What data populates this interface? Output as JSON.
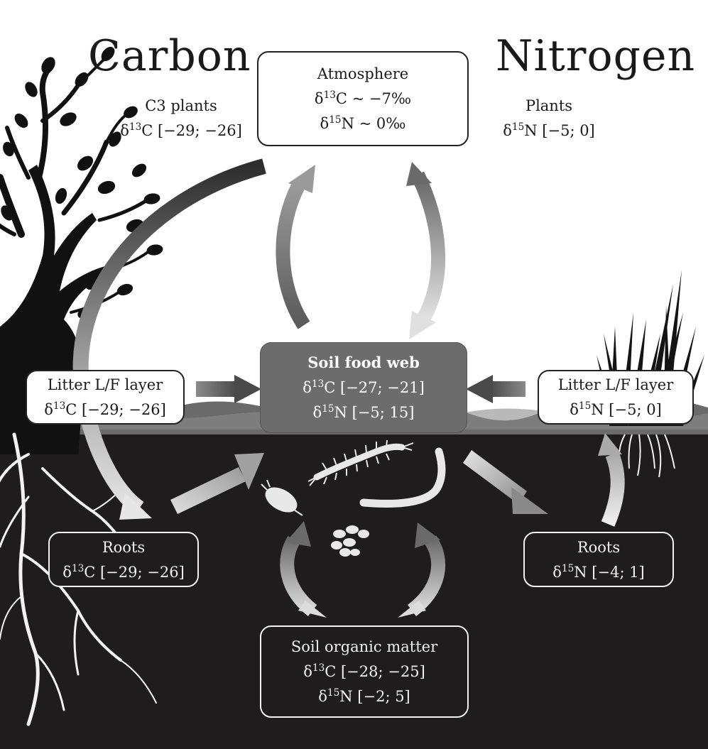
{
  "titles": {
    "carbon": "Carbon",
    "nitrogen": "Nitrogen"
  },
  "atmosphere": {
    "name": "Atmosphere",
    "carbon": "δ13C ~ −7‰",
    "nitrogen": "δ15N ~ 0‰"
  },
  "c3_plants": {
    "name": "C3 plants",
    "carbon": "δ13C [−29; −26]"
  },
  "plants": {
    "name": "Plants",
    "nitrogen": "δ15N [−5; 0]"
  },
  "litter_carbon": {
    "name": "Litter L/F layer",
    "carbon": "δ13C [−29; −26]"
  },
  "litter_nitrogen": {
    "name": "Litter L/F layer",
    "nitrogen": "δ15N [−5; 0]"
  },
  "soil_food_web": {
    "name": "Soil food web",
    "carbon": "δ13C [−27; −21]",
    "nitrogen": "δ15N [−5; 15]"
  },
  "roots_carbon": {
    "name": "Roots",
    "carbon": "δ13C [−29; −26]"
  },
  "roots_nitrogen": {
    "name": "Roots",
    "nitrogen": "δ15N [−4; 1]"
  },
  "soil_organic_matter": {
    "name": "Soil organic matter",
    "carbon": "δ13C [−28; −25]",
    "nitrogen": "δ15N [−2; 5]"
  },
  "colors": {
    "soil": "#1e1c1d",
    "litter": "#6a6a6a",
    "food_web_box": "#6c6c6c",
    "ink": "#1a1a1a"
  }
}
